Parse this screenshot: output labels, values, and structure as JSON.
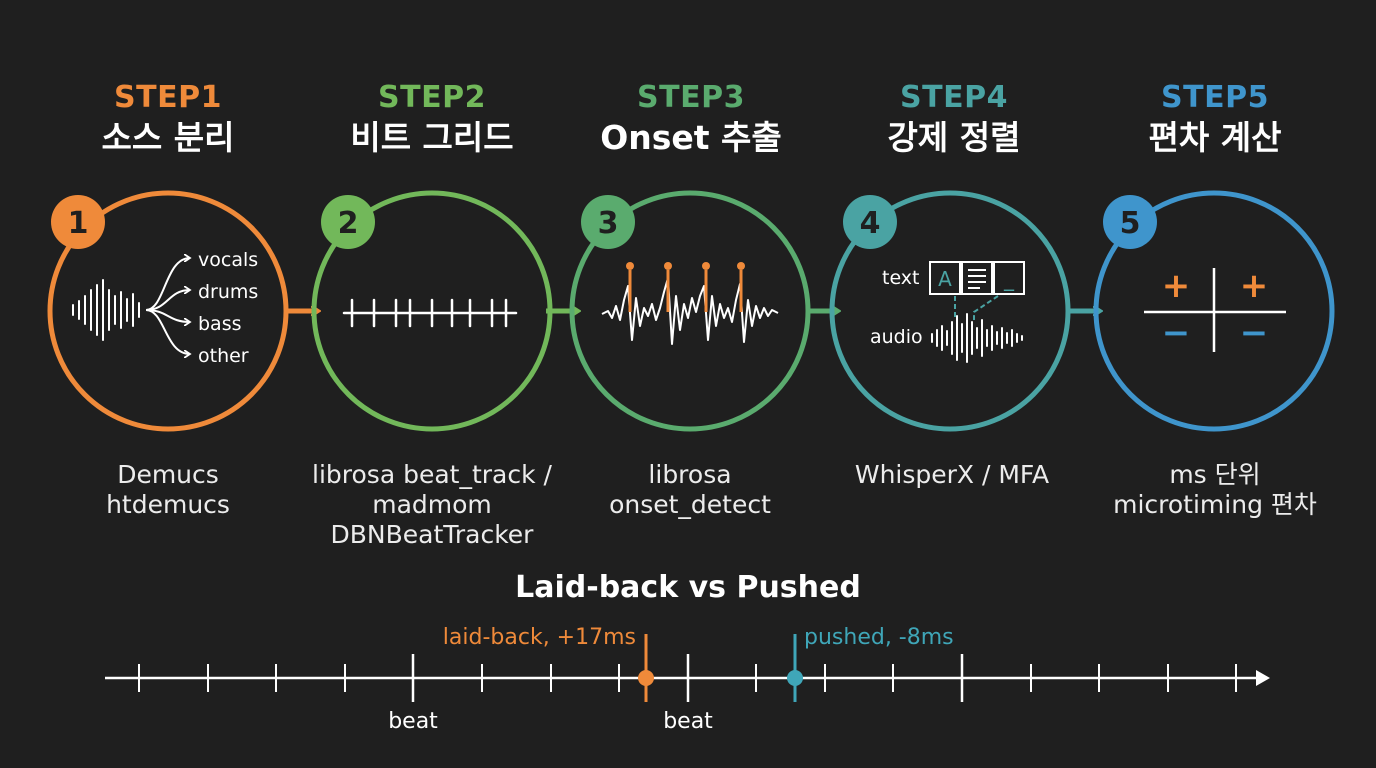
{
  "colors": {
    "background": "#1f1f1f",
    "step1": "#ef8a3a",
    "step2": "#72b85a",
    "step3": "#5aab6e",
    "step4": "#4aa3a3",
    "step5": "#3f95cc",
    "white": "#ffffff"
  },
  "steps": [
    {
      "label": "STEP1",
      "title": "소스 분리",
      "number": "1",
      "tool_lines": [
        "Demucs",
        "htdemucs"
      ],
      "outputs": [
        "vocals",
        "drums",
        "bass",
        "other"
      ]
    },
    {
      "label": "STEP2",
      "title": "비트 그리드",
      "number": "2",
      "tool_lines": [
        "librosa beat_track /",
        "madmom",
        "DBNBeatTracker"
      ]
    },
    {
      "label": "STEP3",
      "title": "Onset 추출",
      "number": "3",
      "tool_lines": [
        "librosa",
        "onset_detect"
      ]
    },
    {
      "label": "STEP4",
      "title": "강제 정렬",
      "number": "4",
      "tool_lines": [
        "WhisperX / MFA"
      ],
      "text_label": "text",
      "audio_label": "audio",
      "text_box_glyph": "A",
      "text_box_cursor": "_"
    },
    {
      "label": "STEP5",
      "title": "편차 계산",
      "number": "5",
      "tool_lines": [
        "ms 단위",
        "microtiming 편차"
      ],
      "plus_symbol": "+",
      "minus_symbol": "−"
    }
  ],
  "timeline": {
    "title": "Laid-back vs Pushed",
    "beat_label": "beat",
    "laid_back_label": "laid-back, +17ms",
    "pushed_label": "pushed, -8ms"
  }
}
